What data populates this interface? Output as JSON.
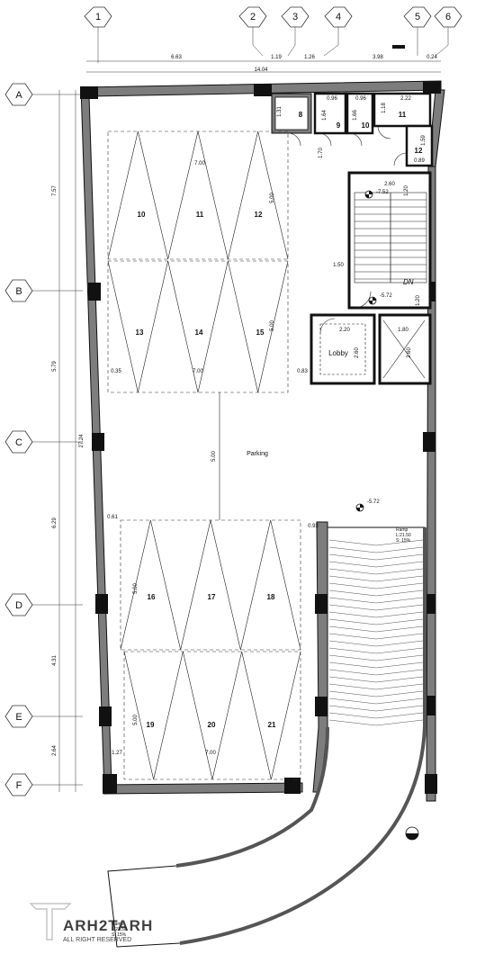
{
  "grid_columns": [
    "1",
    "2",
    "3",
    "4",
    "5",
    "6"
  ],
  "grid_rows": [
    "A",
    "B",
    "C",
    "D",
    "E",
    "F"
  ],
  "top_dims": [
    "6.63",
    "1.19",
    "1.26",
    "3.98",
    "0.24"
  ],
  "top_total": "14.04",
  "left_dims": [
    "7.57",
    "5.79",
    "6.29",
    "4.31",
    "2.64"
  ],
  "left_total": "27.24",
  "parking_label": "Parking",
  "lobby_label": "Lobby",
  "dn_label": "DN",
  "parking_spaces_upper": [
    "10",
    "11",
    "12",
    "13",
    "14",
    "15"
  ],
  "parking_spaces_lower": [
    "16",
    "17",
    "18",
    "19",
    "20",
    "21"
  ],
  "storage_rooms": [
    "8",
    "9",
    "10",
    "11",
    "12"
  ],
  "levels": {
    "stair_top": "-7.52",
    "stair_landing": "-5.72",
    "parking": "-5.72"
  },
  "ramp_label_right": [
    "Ramp",
    "L:21.50",
    "S: 15%"
  ],
  "ramp_label_bottom": [
    "Ramp",
    "L:21.50",
    "S: 15%"
  ],
  "dims_interior": {
    "bay_width": "7.00",
    "bay_depth": "5.00",
    "aisle": "5.00",
    "stair_width": "2.60",
    "stair_landing": "1.50",
    "lobby_w": "2.20",
    "lobby_h": "2.60",
    "elev_w": "1.80",
    "elev_h": "2.60",
    "r1": "0.35",
    "r2": "0.83",
    "r3": "0.61",
    "r4": "0.93",
    "r5": "1.27",
    "s1": "1.31",
    "s2": "0.96",
    "s3": "0.96",
    "s4": "2.22",
    "s5": "1.64",
    "s6": "1.66",
    "s7": "1.18",
    "s8": "1.70",
    "s9": "1.59",
    "s10": "0.89",
    "s11": "1.20",
    "s12": "1.20",
    "s13": "1.50"
  },
  "watermark": {
    "brand": "ARH2TARH",
    "sub": "ALL RIGHT RESERVED"
  }
}
